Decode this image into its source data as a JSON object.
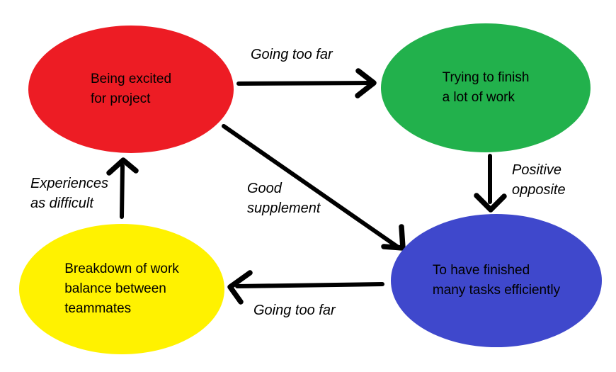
{
  "diagram": {
    "background": "#ffffff",
    "arrow_color": "#000000",
    "text_color": "#000000",
    "nodes": [
      {
        "id": "being-excited",
        "color": "#ED1C24",
        "lines": [
          "Being excited",
          "for project"
        ]
      },
      {
        "id": "trying-to-finish",
        "color": "#22B14C",
        "lines": [
          "Trying to finish",
          "a lot of work"
        ]
      },
      {
        "id": "finished-tasks",
        "color": "#3F48CC",
        "lines": [
          "To have finished",
          "many tasks efficiently"
        ]
      },
      {
        "id": "work-breakdown",
        "color": "#FFF200",
        "lines": [
          "Breakdown of work",
          "balance between",
          "teammates"
        ]
      }
    ],
    "edges": [
      {
        "from": "being-excited",
        "to": "trying-to-finish",
        "lines": [
          "Going too far"
        ]
      },
      {
        "from": "trying-to-finish",
        "to": "finished-tasks",
        "lines": [
          "Positive",
          "opposite"
        ]
      },
      {
        "from": "being-excited",
        "to": "finished-tasks",
        "lines": [
          "Good",
          "supplement"
        ]
      },
      {
        "from": "finished-tasks",
        "to": "work-breakdown",
        "lines": [
          "Going too far"
        ]
      },
      {
        "from": "work-breakdown",
        "to": "being-excited",
        "lines": [
          "Experiences",
          "as difficult"
        ]
      }
    ]
  }
}
